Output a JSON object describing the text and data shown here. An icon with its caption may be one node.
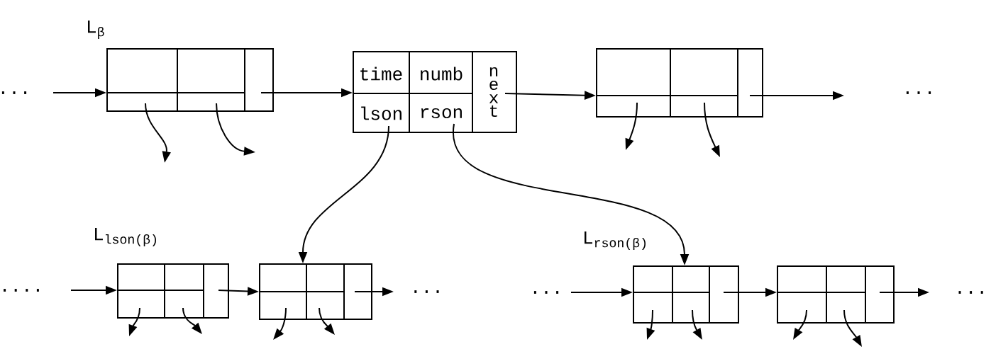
{
  "diagram": {
    "nodes": [
      {
        "text": [],
        "shape": "box",
        "beside": [
          "L$_{β}$"
        ]
      },
      {
        "text": [
          "time",
          "numb",
          "next",
          "lson",
          "rson"
        ]
      },
      {
        "text": [],
        "shape": "box"
      },
      {
        "text": [],
        "shape": "box",
        "beside": [
          "L$_{lson(β)}$"
        ]
      },
      {
        "text": [],
        "shape": "box"
      },
      {
        "text": [],
        "shape": "box",
        "beside": [
          "L$_{rson(β)}$"
        ]
      },
      {
        "text": [],
        "shape": "box"
      }
    ],
    "edges": [
      {
        "from": null,
        "to": 0,
        "arrow": "to"
      },
      {
        "from": 0,
        "to": 1,
        "arrow": "to"
      },
      {
        "from": 1,
        "to": 2,
        "arrow": "to"
      },
      {
        "from": 2,
        "to": null,
        "arrow": "to"
      },
      {
        "from": 0,
        "to": null,
        "arrow": "to"
      },
      {
        "from": 0,
        "to": null,
        "arrow": "to"
      },
      {
        "from": 2,
        "to": null,
        "arrow": "to"
      },
      {
        "from": 2,
        "to": null,
        "arrow": "to"
      },
      {
        "from": 1,
        "to": 4,
        "arrow": "to"
      },
      {
        "from": 1,
        "to": 5,
        "arrow": "to"
      },
      {
        "from": null,
        "to": 3,
        "arrow": "to"
      },
      {
        "from": 3,
        "to": 4,
        "arrow": "to"
      },
      {
        "from": 4,
        "to": null,
        "arrow": "to"
      },
      {
        "from": null,
        "to": 5,
        "arrow": "to"
      },
      {
        "from": 5,
        "to": 6,
        "arrow": "to"
      },
      {
        "from": 6,
        "to": null,
        "arrow": "to"
      },
      {
        "from": 3,
        "to": null,
        "arrow": "to"
      },
      {
        "from": 3,
        "to": null,
        "arrow": "to"
      },
      {
        "from": 4,
        "to": null,
        "arrow": "to"
      },
      {
        "from": 4,
        "to": null,
        "arrow": "to"
      },
      {
        "from": 5,
        "to": null,
        "arrow": "to"
      },
      {
        "from": 5,
        "to": null,
        "arrow": "to"
      },
      {
        "from": 6,
        "to": null,
        "arrow": "to"
      },
      {
        "from": 6,
        "to": null,
        "arrow": "to"
      }
    ],
    "labels": [
      "...",
      "...",
      "....",
      "...",
      "...",
      "..."
    ]
  }
}
